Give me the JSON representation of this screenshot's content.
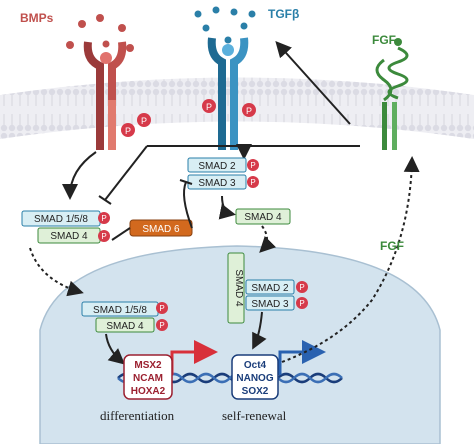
{
  "ligands": {
    "bmps": "BMPs",
    "tgfb": "TGFβ",
    "fgf_membrane": "FGF",
    "fgf_secreted": "FGF"
  },
  "phospho": "P",
  "smad": {
    "smad158_upper": "SMAD 1/5/8",
    "smad4_upper": "SMAD 4",
    "smad2_upper": "SMAD 2",
    "smad3_upper": "SMAD 3",
    "smad6": "SMAD 6",
    "smad4_right": "SMAD 4",
    "smad158_nucleus": "SMAD 1/5/8",
    "smad4_nucleus": "SMAD 4",
    "smad4_vertical": "SMAD 4",
    "smad2_nucleus": "SMAD 2",
    "smad3_nucleus": "SMAD 3"
  },
  "genes": {
    "diff": [
      "MSX2",
      "NCAM",
      "HOXA2"
    ],
    "self_renewal": [
      "Oct4",
      "NANOG",
      "SOX2"
    ]
  },
  "outcomes": {
    "differentiation": "differentiation",
    "self_renewal": "self-renewal"
  },
  "colors": {
    "bmp_red": "#c0504d",
    "tgf_blue": "#2a7fa8",
    "fgf_green": "#3c8a3c",
    "smad_blue_fill": "#d8eef4",
    "smad_green_fill": "#dff0d8",
    "smad6_orange": "#d2691e",
    "phospho_red": "#d63a4a",
    "nucleus": "#d5e4ef",
    "membrane": "#e3e3ea",
    "gene_red": "#9b2030",
    "gene_blue": "#1a3d7a"
  }
}
